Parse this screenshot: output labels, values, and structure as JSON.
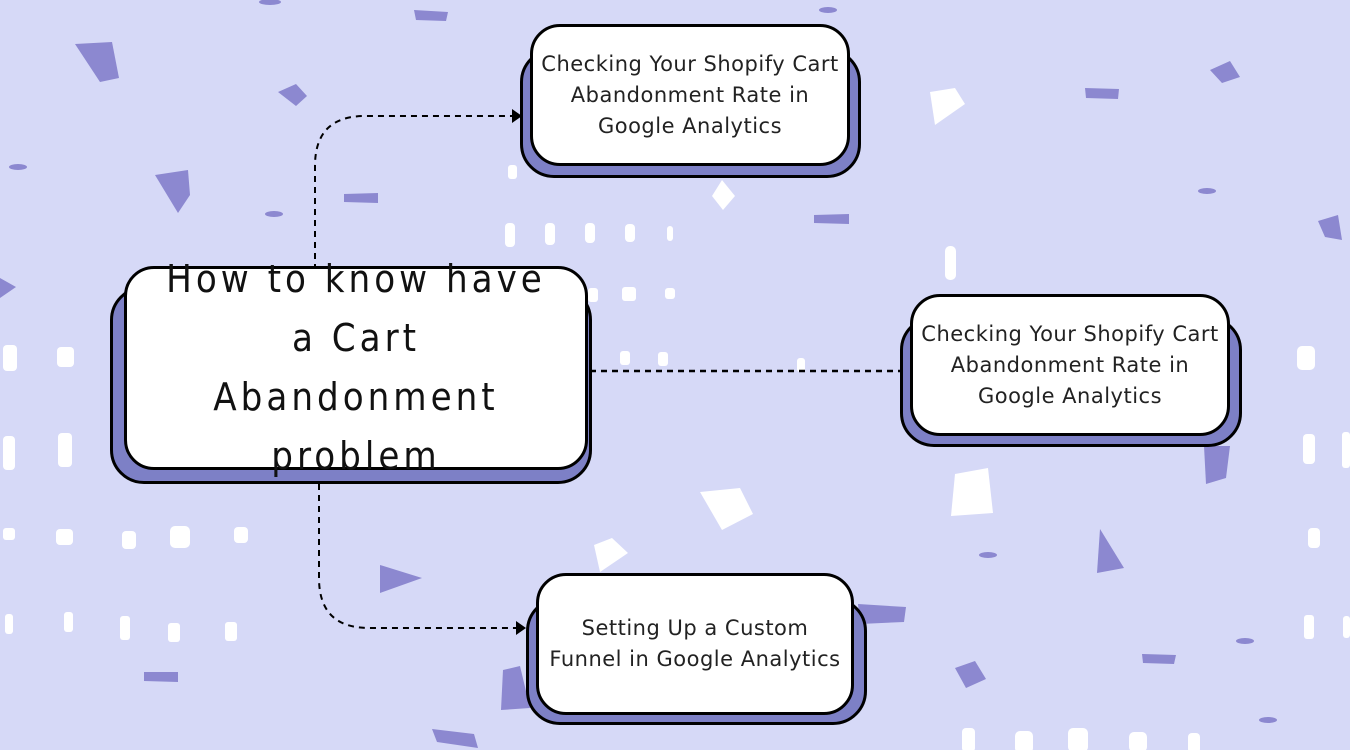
{
  "colors": {
    "background": "#d6d9f7",
    "shadow": "#7d80c6",
    "card": "#ffffff",
    "confetti_purple": "#8c88d0",
    "confetti_white": "#ffffff",
    "line": "#000000"
  },
  "diagram": {
    "main_node": {
      "label": "How to know have a Cart Abandonment problem"
    },
    "branches": [
      {
        "label": "Checking Your Shopify Cart Abandonment Rate in Google Analytics"
      },
      {
        "label": "Checking Your Shopify Cart Abandonment Rate in Google Analytics"
      },
      {
        "label": "Setting Up a Custom Funnel in Google Analytics"
      }
    ],
    "edges": [
      {
        "from": "main_node",
        "to": "branches.0",
        "style": "dashed",
        "arrow": true
      },
      {
        "from": "main_node",
        "to": "branches.1",
        "style": "dashed",
        "arrow": false
      },
      {
        "from": "main_node",
        "to": "branches.2",
        "style": "dashed",
        "arrow": true
      }
    ]
  }
}
